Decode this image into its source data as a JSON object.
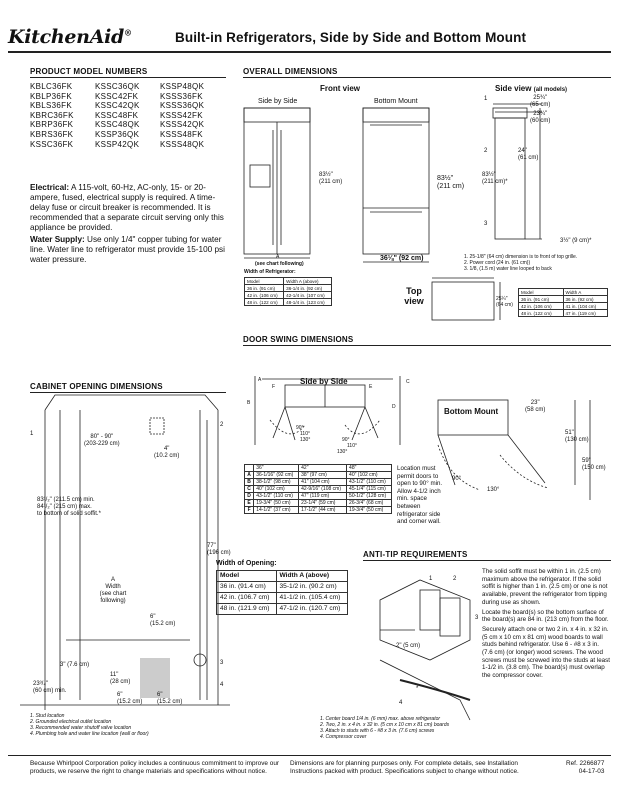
{
  "header": {
    "brand": "KitchenAid",
    "reg": "®",
    "title": "Built-in Refrigerators, Side by Side and Bottom Mount"
  },
  "models": {
    "heading": "PRODUCT MODEL NUMBERS",
    "col1": [
      "KBLC36FK",
      "KBLP36FK",
      "KBLS36FK",
      "KBRC36FK",
      "KBRP36FK",
      "KBRS36FK",
      "KSSC36FK"
    ],
    "col2": [
      "KSSC36QK",
      "KSSC42FK",
      "KSSC42QK",
      "KSSC48FK",
      "KSSC48QK",
      "KSSP36QK",
      "KSSP42QK"
    ],
    "col3": [
      "KSSP48QK",
      "KSSS36FK",
      "KSSS36QK",
      "KSSS42FK",
      "KSSS42QK",
      "KSSS48FK",
      "KSSS48QK"
    ]
  },
  "electrical": {
    "label": "Electrical:",
    "text": "A 115-volt, 60-Hz, AC-only, 15- or 20-ampere, fused, electrical supply is required. A time-delay fuse or circuit breaker is recommended. It is recommended that a separate circuit serving only this appliance be provided."
  },
  "water": {
    "label": "Water Supply:",
    "text": "Use only 1/4\" copper tubing for water line. Water line to refrigerator must provide 15-100 psi water pressure."
  },
  "overall": {
    "heading": "OVERALL DIMENSIONS",
    "front_view": "Front view",
    "side_view": "Side view",
    "side_view_sub": "(all models)",
    "side_by_side": "Side by Side",
    "bottom_mount": "Bottom Mount",
    "h_sbs": "83½\"",
    "h_sbs_cm": "(211 cm)",
    "h_bm": "83½\"",
    "h_bm_cm": "(211 cm)",
    "w_bm": "36⅛\" (92 cm)",
    "width_a": "A",
    "see_chart": "(see chart following)",
    "width_of_fridge": "Width of Refrigerator:",
    "side_d1": "25¾\"",
    "side_d1_cm": "(65 cm)",
    "side_d2": "23¾\"",
    "side_d2_cm": "(60 cm)",
    "side_h24": "24\"",
    "side_h24_cm": "(61 cm)",
    "side_h": "83½\"",
    "side_h_cm": "(211 cm)*",
    "side_bottom": "3½\" (9 cm)*",
    "side_notes": [
      "1. 25-1/8\" (64 cm) dimension is to front of top grille.",
      "2. Power cord (24 in. (61 cm))",
      "3. 1/8, (1.5 m) water line looped to back"
    ],
    "callouts": [
      "1",
      "2",
      "3"
    ],
    "top_view": "Top view",
    "top_depth": "25¼\"",
    "top_depth_cm": "(64 cm)"
  },
  "fridge_width_table": {
    "headers": [
      "Model",
      "Width A (above)"
    ],
    "rows": [
      [
        "36 in. (91 cm)",
        "36-1/4 in. (92 cm)"
      ],
      [
        "42 in. (106 cm)",
        "42-1/4 in. (107 cm)"
      ],
      [
        "48 in. (122 cm)",
        "48-1/4 in. (123 cm)"
      ]
    ]
  },
  "top_width_table": {
    "headers": [
      "Model",
      "Width A"
    ],
    "rows": [
      [
        "36 in. (91 cm)",
        "36 in. (92 cm)"
      ],
      [
        "42 in. (106 cm)",
        "41 in. (104 cm)"
      ],
      [
        "48 in. (122 cm)",
        "47 in. (119 cm)"
      ]
    ]
  },
  "door": {
    "heading": "DOOR SWING DIMENSIONS",
    "sbs": "Side by Side",
    "bm": "Bottom Mount",
    "letters": [
      "A",
      "B",
      "C",
      "D",
      "E",
      "F"
    ],
    "angles": [
      "90°",
      "110°",
      "130°"
    ],
    "bm_w": "23\"",
    "bm_w_cm": "(58 cm)",
    "bm_h1": "51\"",
    "bm_h1_cm": "(130 cm)",
    "bm_h2": "59\"",
    "bm_h2_cm": "(150 cm)",
    "bm_a1": "90°",
    "bm_a2": "130°",
    "note": "Location must permit doors to open to 90° min. Allow 4-1/2 inch min. space between refrigerator side and corner wall."
  },
  "door_table": {
    "headers": [
      "",
      "36\"",
      "42\"",
      "48\""
    ],
    "rows": [
      [
        "A",
        "36-1/16\" (92 cm)",
        "38\" (97 cm)",
        "40\" (102 cm)"
      ],
      [
        "B",
        "38-1/2\" (98 cm)",
        "41\" (104 cm)",
        "43-1/2\" (110 cm)"
      ],
      [
        "C",
        "40\" (102 cm)",
        "42-9/16\" (108 cm)",
        "45-1/4\" (115 cm)"
      ],
      [
        "D",
        "43-1/2\" (110 cm)",
        "47\" (119 cm)",
        "50-1/2\" (128 cm)"
      ],
      [
        "E",
        "19-3/4\" (50 cm)",
        "23-1/4\" (59 cm)",
        "26-3/4\" (68 cm)"
      ],
      [
        "F",
        "14-1/2\" (37 cm)",
        "17-1/2\" (44 cm)",
        "19-3/4\" (50 cm)"
      ]
    ]
  },
  "cabinet": {
    "heading": "CABINET OPENING DIMENSIONS",
    "d1": "80\" - 90\"",
    "d1_cm": "(203-229 cm)",
    "d2": "4\"",
    "d2_cm": "(10.2 cm)",
    "d3": "83¹/₂\" (211.5 cm) min.",
    "d3b": "84¹/₂\" (215 cm) max.",
    "d3c": "to bottom of solid soffit.*",
    "d4": "77\"",
    "d4_cm": "(196 cm)",
    "a": "A",
    "width": "Width",
    "see_chart": "(see chart following)",
    "d5": "6\"",
    "d5_cm": "(15.2 cm)",
    "d6": "3\" (7.6 cm)",
    "d7": "11\"",
    "d7_cm": "(28 cm)",
    "d8": "23³/₄\"",
    "d8_cm": "(60 cm) min.",
    "d9": "6\"",
    "d9_cm": "(15.2 cm)",
    "d10": "6\"",
    "d10_cm": "(15.2 cm)",
    "callouts": [
      "1",
      "2",
      "3",
      "4"
    ],
    "notes": [
      "1. Stud location",
      "2. Grounded electrical outlet location",
      "3. Recommended water shutoff valve location",
      "4. Plumbing hole and water line location (wall or floor)"
    ]
  },
  "opening_table": {
    "title": "Width of Opening:",
    "headers": [
      "Model",
      "Width A (above)"
    ],
    "rows": [
      [
        "36 in. (91.4 cm)",
        "35-1/2 in. (90.2 cm)"
      ],
      [
        "42 in. (106.7 cm)",
        "41-1/2 in. (105.4 cm)"
      ],
      [
        "48 in. (121.9 cm)",
        "47-1/2 in. (120.7 cm)"
      ]
    ]
  },
  "antitip": {
    "heading": "ANTI-TIP REQUIREMENTS",
    "p1": "The solid soffit must be within 1 in. (2.5 cm) maximum above the refrigerator. If the solid soffit is higher than 1 in. (2.5 cm) or one is not available, prevent the refrigerator from tipping during use as shown.",
    "p2": "Locate the board(s) so the bottom surface of the board(s) are 84 in. (213 cm) from the floor.",
    "p3": "Securely attach one or two 2 in. x 4 in. x 32 in. (5 cm x 10 cm x 81 cm) wood boards to wall studs behind refrigerator. Use 6 - #8 x 3 in. (7.6 cm) (or longer) wood screws. The wood screws must be screwed into the studs at least 1-1/2 in. (3.8 cm). The board(s) must overlap the compressor cover.",
    "dim": "2\" (5 cm)",
    "star": "*",
    "callouts": [
      "1",
      "2",
      "3",
      "4"
    ],
    "notes": [
      "1. Center board 1/4 in. (6 mm) max. above refrigerator",
      "2. Two, 2 in. x 4 in. x 32 in. (5 cm x 10 cm x 81 cm) boards",
      "3. Attach to studs with 6 - #8 x 3 in. (7.6 cm) screws",
      "4. Compressor cover"
    ]
  },
  "footer": {
    "left": "Because Whirlpool Corporation policy includes a continuous commitment to improve our products, we reserve the right to change materials and specifications without notice.",
    "mid": "Dimensions are for planning purposes only. For complete details, see Installation Instructions packed with product. Specifications subject to change without notice.",
    "ref": "Ref. 2266877",
    "date": "04-17-03"
  }
}
